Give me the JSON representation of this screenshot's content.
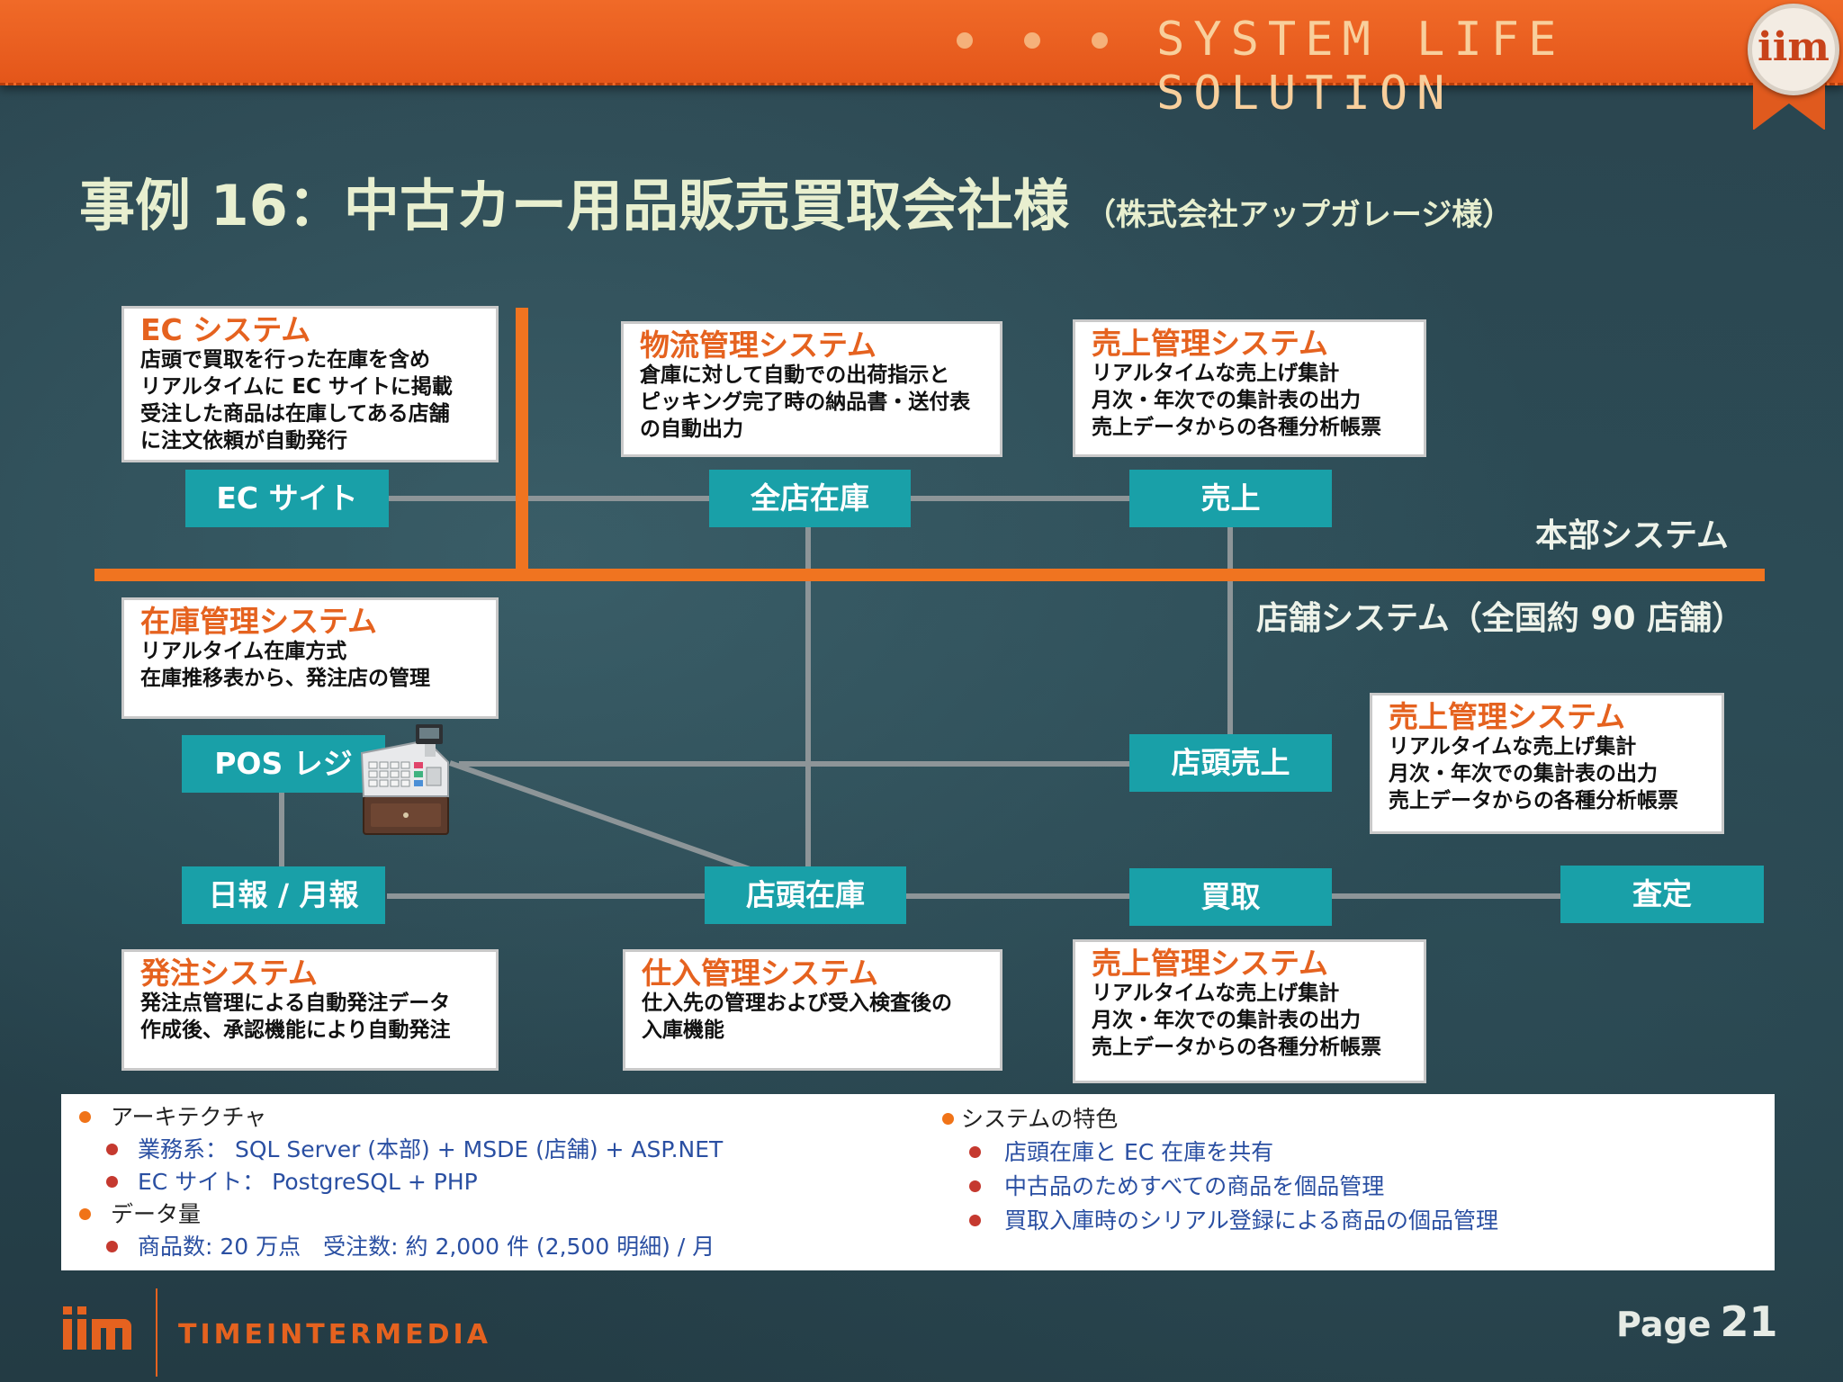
{
  "header": {
    "tagline": "SYSTEM LIFE SOLUTION",
    "badge": "iim"
  },
  "title": {
    "main": "事例 16：中古カー用品販売買取会社様",
    "sub": "（株式会社アップガレージ様）"
  },
  "zones": {
    "hq": "本部システム",
    "store": "店舗システム（全国約 90 店舗）"
  },
  "boxes": {
    "ec": {
      "title": "EC システム",
      "body": "店頭で買取を行った在庫を含め\nリアルタイムに EC サイトに掲載\n受注した商品は在庫してある店舗\nに注文依頼が自動発行"
    },
    "logistics": {
      "title": "物流管理システム",
      "body": "倉庫に対して自動での出荷指示と\nピッキング完了時の納品書・送付表\nの自動出力"
    },
    "sales_hq": {
      "title": "売上管理システム",
      "body": "リアルタイムな売上げ集計\n月次・年次での集計表の出力\n売上データからの各種分析帳票"
    },
    "inventory": {
      "title": "在庫管理システム",
      "body": "リアルタイム在庫方式\n在庫推移表から、発注店の管理"
    },
    "sales_store": {
      "title": "売上管理システム",
      "body": "リアルタイムな売上げ集計\n月次・年次での集計表の出力\n売上データからの各種分析帳票"
    },
    "ordering": {
      "title": "発注システム",
      "body": "発注点管理による自動発注データ\n作成後、承認機能により自動発注"
    },
    "purchasing": {
      "title": "仕入管理システム",
      "body": "仕入先の管理および受入検査後の\n入庫機能"
    },
    "sales_buy": {
      "title": "売上管理システム",
      "body": "リアルタイムな売上げ集計\n月次・年次での集計表の出力\n売上データからの各種分析帳票"
    }
  },
  "nodes": {
    "ec_site": "EC サイト",
    "all_stock": "全店在庫",
    "sales": "売上",
    "pos": "POS レジ",
    "store_sales": "店頭売上",
    "daily": "日報 / 月報",
    "store_stock": "店頭在庫",
    "buying": "買取",
    "appraisal": "査定"
  },
  "info": {
    "arch": {
      "label": "アーキテクチャ",
      "items": [
        "業務系： SQL Server (本部) + MSDE (店舗) + ASP.NET",
        "EC サイト： PostgreSQL + PHP"
      ]
    },
    "volume": {
      "label": "データ量",
      "items": [
        "商品数: 20 万点　受注数: 約 2,000 件 (2,500 明細) / 月"
      ]
    },
    "features": {
      "label": "システムの特色",
      "items": [
        "店頭在庫と EC 在庫を共有",
        "中古品のためすべての商品を個品管理",
        "買取入庫時のシリアル登録による商品の個品管理"
      ]
    }
  },
  "footer": {
    "company": "TIMEINTERMEDIA",
    "page_label": "Page",
    "page_number": "21"
  },
  "colors": {
    "orange": "#e5621f",
    "teal": "#19a0a8",
    "connector": "#8d9598",
    "divider": "#f07420"
  }
}
